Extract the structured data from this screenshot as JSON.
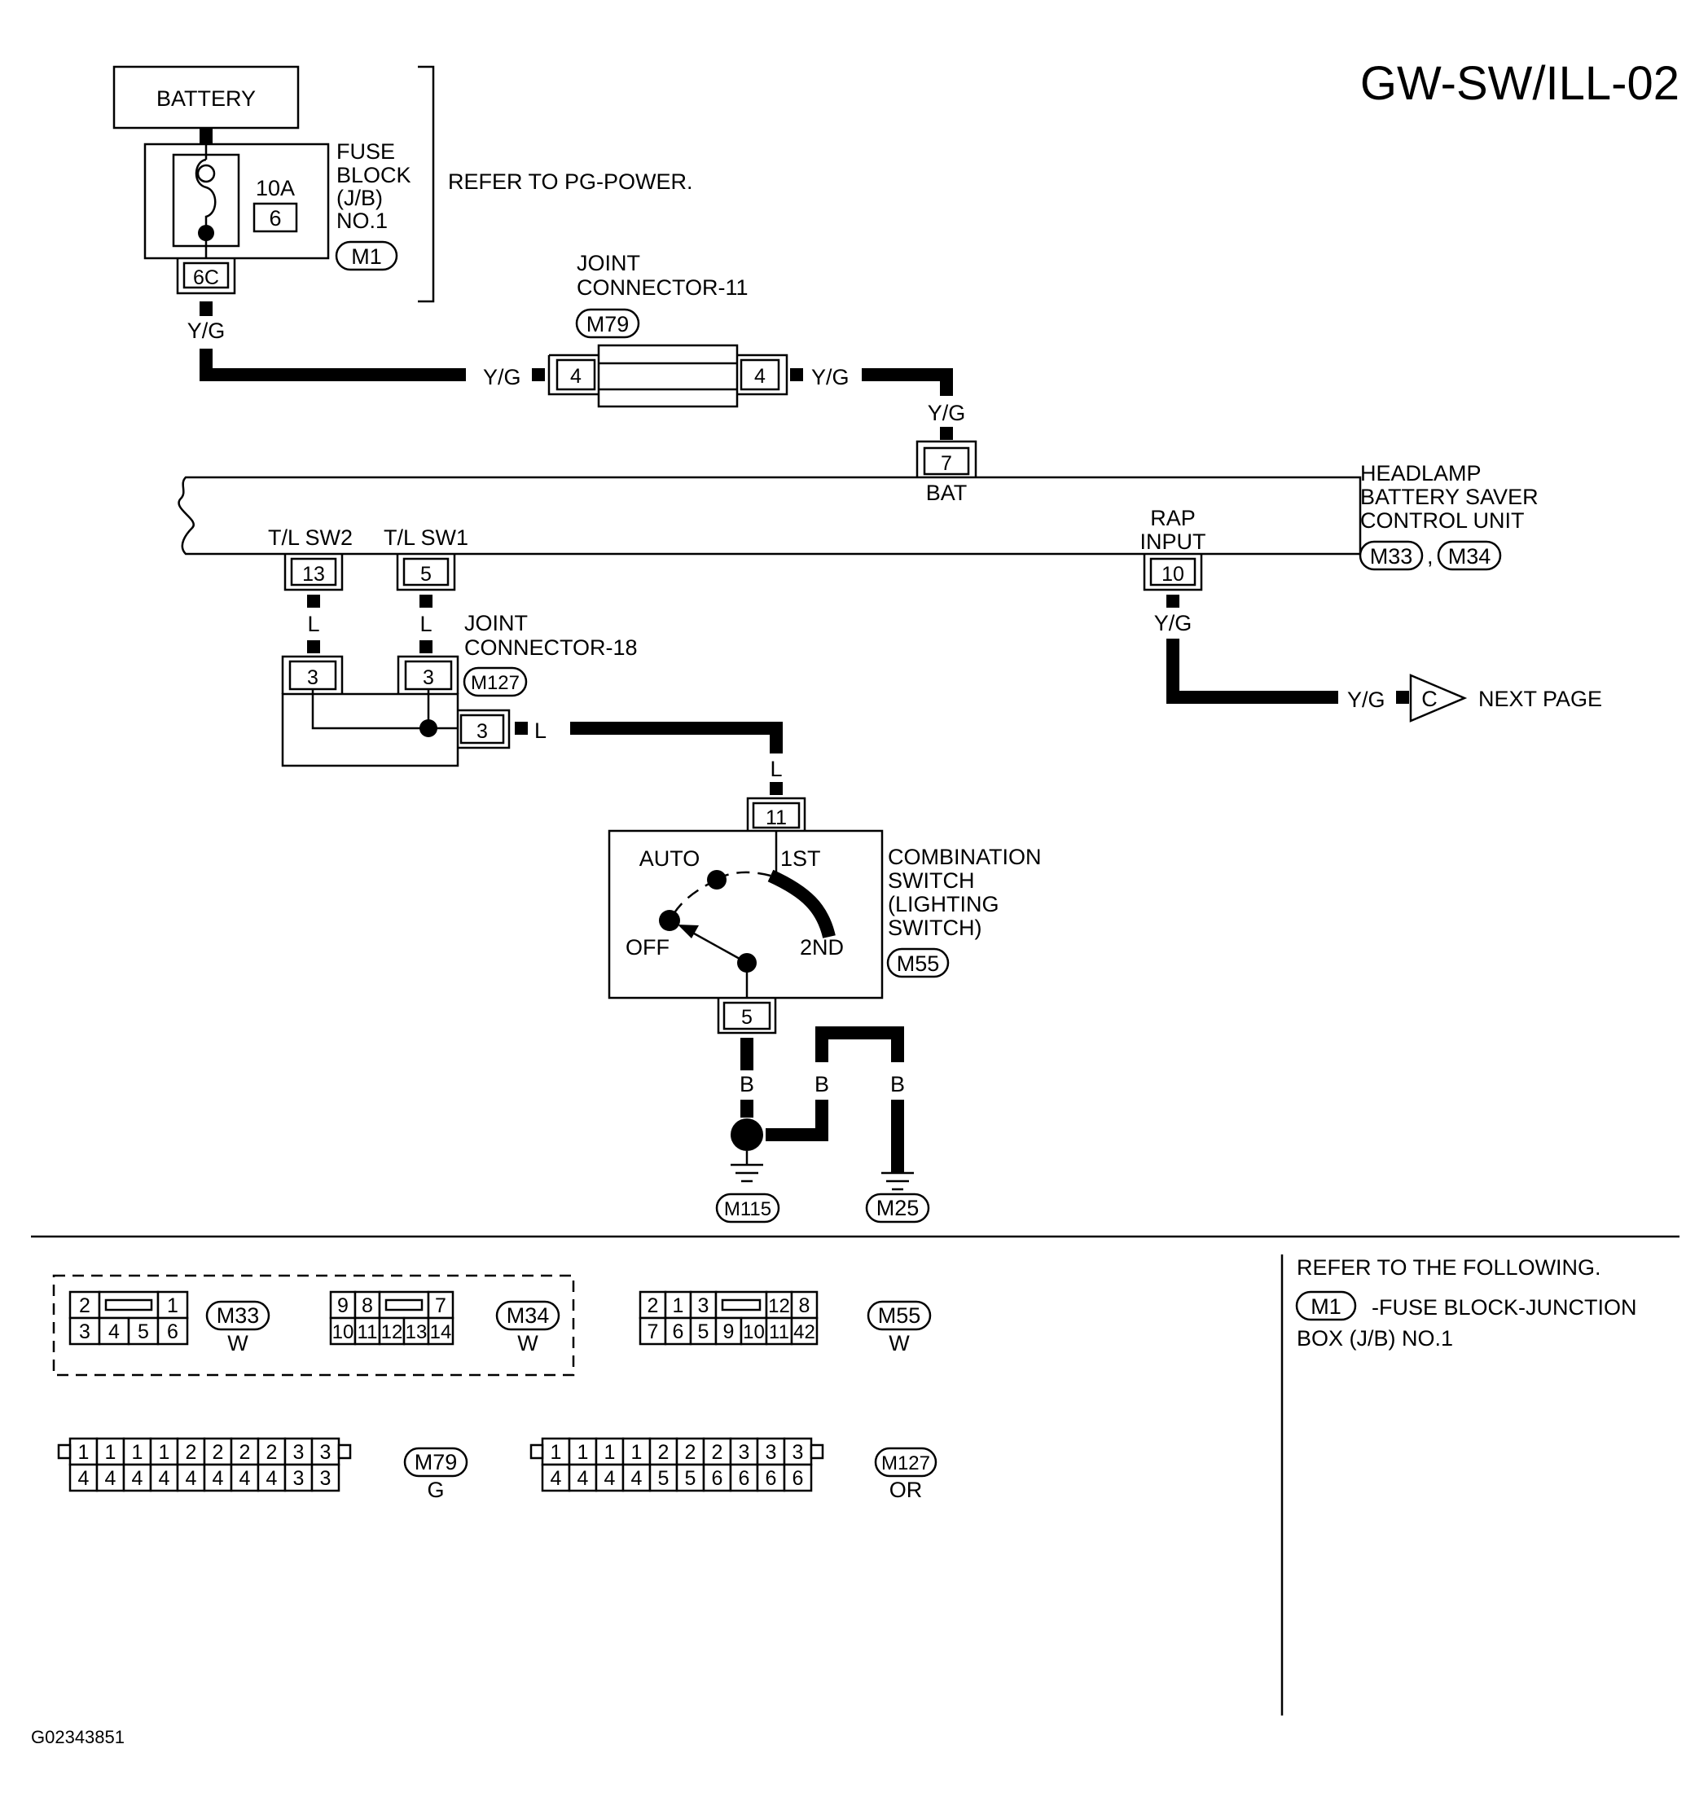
{
  "title": "GW-SW/ILL-02",
  "figure_id": "G02343851",
  "battery": {
    "label": "BATTERY"
  },
  "fuse_block": {
    "name_lines": [
      "FUSE",
      "BLOCK",
      "(J/B)",
      "NO.1"
    ],
    "amp": "10A",
    "fuse_no": "6",
    "connector": "M1",
    "pin": "6C",
    "note": "REFER TO PG-POWER."
  },
  "joint_connector_11": {
    "name_lines": [
      "JOINT",
      "CONNECTOR-11"
    ],
    "connector": "M79",
    "pin_in": "4",
    "pin_out": "4"
  },
  "control_unit": {
    "name_lines": [
      "HEADLAMP",
      "BATTERY SAVER",
      "CONTROL UNIT"
    ],
    "connectors": [
      "M33",
      "M34"
    ],
    "comma": ",",
    "bat_pin": "7",
    "bat_label": "BAT",
    "tlsw2_label": "T/L SW2",
    "tlsw2_pin": "13",
    "tlsw1_label": "T/L SW1",
    "tlsw1_pin": "5",
    "rap_label_lines": [
      "RAP",
      "INPUT"
    ],
    "rap_pin": "10"
  },
  "joint_connector_18": {
    "name_lines": [
      "JOINT",
      "CONNECTOR-18"
    ],
    "connector": "M127",
    "pin_a": "3",
    "pin_b": "3",
    "pin_out": "3"
  },
  "next_page": {
    "letter": "C",
    "label": "NEXT PAGE"
  },
  "combination_switch": {
    "name_lines": [
      "COMBINATION",
      "SWITCH",
      "(LIGHTING",
      " SWITCH)"
    ],
    "connector": "M55",
    "pin_top": "11",
    "pin_bottom": "5",
    "pos_auto": "AUTO",
    "pos_1st": "1ST",
    "pos_off": "OFF",
    "pos_2nd": "2ND"
  },
  "wires": {
    "yg": "Y/G",
    "l": "L",
    "b": "B"
  },
  "grounds": [
    "M115",
    "M25"
  ],
  "connector_views": {
    "m33": {
      "id": "M33",
      "color": "W",
      "top": [
        "2",
        "",
        "1"
      ],
      "bottom": [
        "3",
        "4",
        "5",
        "6"
      ]
    },
    "m34": {
      "id": "M34",
      "color": "W",
      "top": [
        "9",
        "8",
        "",
        "7"
      ],
      "bottom": [
        "10",
        "11",
        "12",
        "13",
        "14"
      ]
    },
    "m55": {
      "id": "M55",
      "color": "W",
      "top": [
        "2",
        "1",
        "3",
        "",
        "12",
        "8"
      ],
      "bottom": [
        "7",
        "6",
        "5",
        "9",
        "10",
        "11",
        "42"
      ]
    },
    "m79": {
      "id": "M79",
      "color": "G",
      "top": [
        "1",
        "1",
        "1",
        "1",
        "2",
        "2",
        "2",
        "2",
        "3",
        "3"
      ],
      "bottom": [
        "4",
        "4",
        "4",
        "4",
        "4",
        "4",
        "4",
        "4",
        "3",
        "3"
      ]
    },
    "m127": {
      "id": "M127",
      "color": "OR",
      "top": [
        "1",
        "1",
        "1",
        "1",
        "2",
        "2",
        "2",
        "3",
        "3",
        "3"
      ],
      "bottom": [
        "4",
        "4",
        "4",
        "4",
        "5",
        "5",
        "6",
        "6",
        "6",
        "6"
      ]
    }
  },
  "refer_box": {
    "heading": "REFER TO THE FOLLOWING.",
    "connector": "M1",
    "text_lines": [
      "-FUSE BLOCK-JUNCTION",
      "BOX (J/B) NO.1"
    ]
  }
}
